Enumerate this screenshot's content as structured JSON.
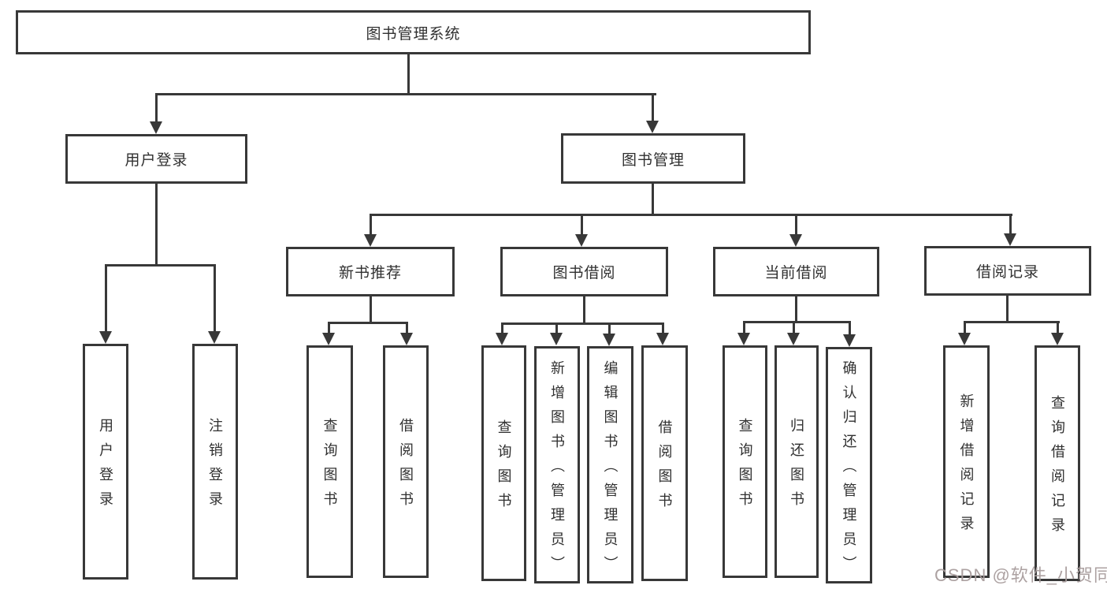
{
  "diagram": {
    "tree": {
      "label": "图书管理系统",
      "children": [
        {
          "label": "用户登录",
          "children": [
            {
              "label": "用户登录"
            },
            {
              "label": "注销登录"
            }
          ]
        },
        {
          "label": "图书管理",
          "children": [
            {
              "label": "新书推荐",
              "children": [
                {
                  "label": "查询图书"
                },
                {
                  "label": "借阅图书"
                }
              ]
            },
            {
              "label": "图书借阅",
              "children": [
                {
                  "label": "查询图书"
                },
                {
                  "label": "新增图书（管理员）"
                },
                {
                  "label": "编辑图书（管理员）"
                },
                {
                  "label": "借阅图书"
                }
              ]
            },
            {
              "label": "当前借阅",
              "children": [
                {
                  "label": "查询图书"
                },
                {
                  "label": "归还图书"
                },
                {
                  "label": "确认归还（管理员）"
                }
              ]
            },
            {
              "label": "借阅记录",
              "children": [
                {
                  "label": "新增借阅记录"
                },
                {
                  "label": "查询借阅记录"
                }
              ]
            }
          ]
        }
      ]
    },
    "watermark": {
      "text": "CSDN @软件_小贺同学",
      "color": "#a89c9c"
    },
    "colors": {
      "line": "#383838",
      "border": "#383838",
      "text": "#303030",
      "background": "#ffffff"
    }
  }
}
